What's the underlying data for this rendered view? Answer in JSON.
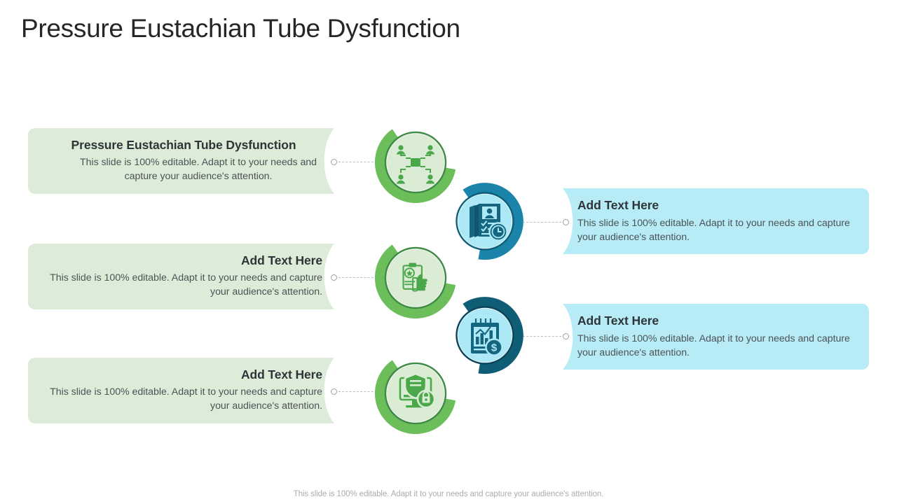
{
  "slide": {
    "title": "Pressure Eustachian Tube Dysfunction",
    "footer_note": "This slide is 100% editable. Adapt it to your needs and capture your audience's attention."
  },
  "theme": {
    "green_card_fill": "#dcecd8",
    "blue_card_fill": "#b7ecf7",
    "green_ring": "#6cbe5a",
    "green_ring_dark": "#3f8a46",
    "green_icon_fill": "#dbecd5",
    "teal_ring": "#1b84aa",
    "teal_ring_dark": "#0f5f78",
    "navy_ring": "#0f5e76",
    "navy_ring_dark": "#0a4458",
    "blue_icon_fill": "#ade8f6",
    "title_color": "#262626",
    "heading_color": "#2e3438",
    "body_color": "#4c5356",
    "connector_color": "#b9bec1"
  },
  "left_cards": [
    {
      "id": "left-card-1",
      "title": "Pressure Eustachian Tube Dysfunction",
      "desc": "This slide is 100% editable. Adapt it to your needs and capture your audience's attention."
    },
    {
      "id": "left-card-2",
      "title": "Add Text Here",
      "desc": "This slide is 100% editable. Adapt it to your needs and capture your audience's attention."
    },
    {
      "id": "left-card-3",
      "title": "Add Text Here",
      "desc": "This slide is 100% editable. Adapt it to your needs and capture your audience's attention."
    }
  ],
  "right_cards": [
    {
      "id": "right-card-1",
      "title": "Add Text Here",
      "desc": "This slide is 100% editable. Adapt it to your needs and capture your audience's attention."
    },
    {
      "id": "right-card-2",
      "title": "Add Text Here",
      "desc": "This slide is 100% editable. Adapt it to your needs and capture your audience's attention."
    }
  ],
  "nodes": [
    {
      "id": "node-1",
      "icon": "network-people-icon",
      "color": "green"
    },
    {
      "id": "node-2",
      "icon": "resume-clock-icon",
      "color": "teal"
    },
    {
      "id": "node-3",
      "icon": "clipboard-thumbs-up-icon",
      "color": "green"
    },
    {
      "id": "node-4",
      "icon": "chart-notepad-dollar-icon",
      "color": "navy"
    },
    {
      "id": "node-5",
      "icon": "monitor-shield-lock-icon",
      "color": "green"
    }
  ]
}
